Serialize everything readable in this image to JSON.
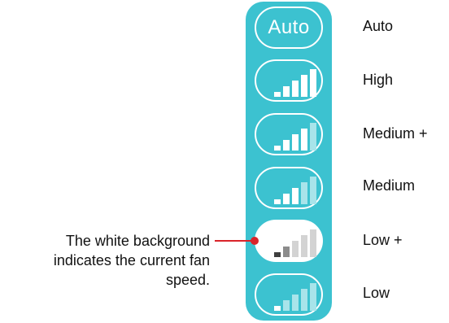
{
  "colors": {
    "panel": "#3cc2d0",
    "white": "#ffffff",
    "inactive_bar": "#a8e4ea",
    "selected_dark": "#3f3f3f",
    "selected_mid": "#8c8c8c",
    "selected_light": "#d3d3d3",
    "leader_line": "#d9242a"
  },
  "fan_speeds": [
    {
      "id": "auto",
      "button_text": "Auto",
      "label": "Auto",
      "level": null,
      "selected": false
    },
    {
      "id": "high",
      "button_text": "",
      "label": "High",
      "level": 5,
      "selected": false
    },
    {
      "id": "medium-plus",
      "button_text": "",
      "label": "Medium +",
      "level": 4,
      "selected": false
    },
    {
      "id": "medium",
      "button_text": "",
      "label": "Medium",
      "level": 3,
      "selected": false
    },
    {
      "id": "low-plus",
      "button_text": "",
      "label": "Low +",
      "level": 2,
      "selected": true
    },
    {
      "id": "low",
      "button_text": "",
      "label": "Low",
      "level": 1,
      "selected": false
    }
  ],
  "annotation": {
    "line1": "The white background",
    "line2": "indicates the current fan",
    "line3": "speed."
  },
  "icons": {
    "bars": "signal-bars-icon",
    "indicator": "leader-line-icon"
  }
}
